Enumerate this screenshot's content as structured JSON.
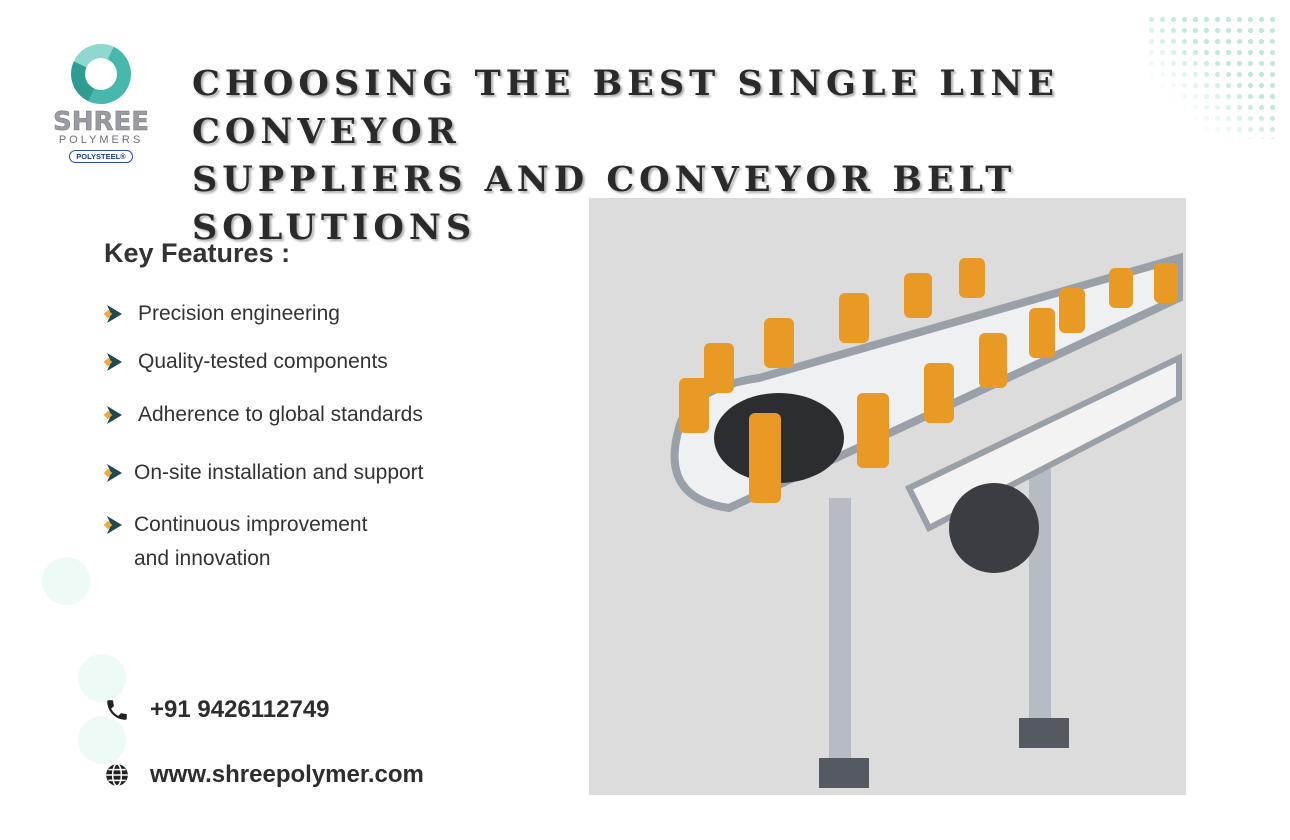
{
  "logo": {
    "brand": "SHREE",
    "sub": "POLYMERS",
    "badge": "POLYSTEEL®"
  },
  "title": {
    "line1": "CHOOSING THE BEST SINGLE LINE CONVEYOR",
    "line2": "SUPPLIERS AND CONVEYOR BELT SOLUTIONS"
  },
  "features": {
    "heading": "Key Features :",
    "items": [
      "Precision engineering",
      "Quality-tested components",
      "Adherence to global standards",
      "On-site installation and support",
      "Continuous improvement",
      "and innovation"
    ]
  },
  "contact": {
    "phone": "+91 9426112749",
    "website": "www.shreepolymer.com"
  },
  "colors": {
    "bullet_chevron": "#1f4a52",
    "bullet_diamond": "#f2a93b",
    "accent_teal": "#49b8ac"
  },
  "image": {
    "subject": "conveyor-photo"
  }
}
